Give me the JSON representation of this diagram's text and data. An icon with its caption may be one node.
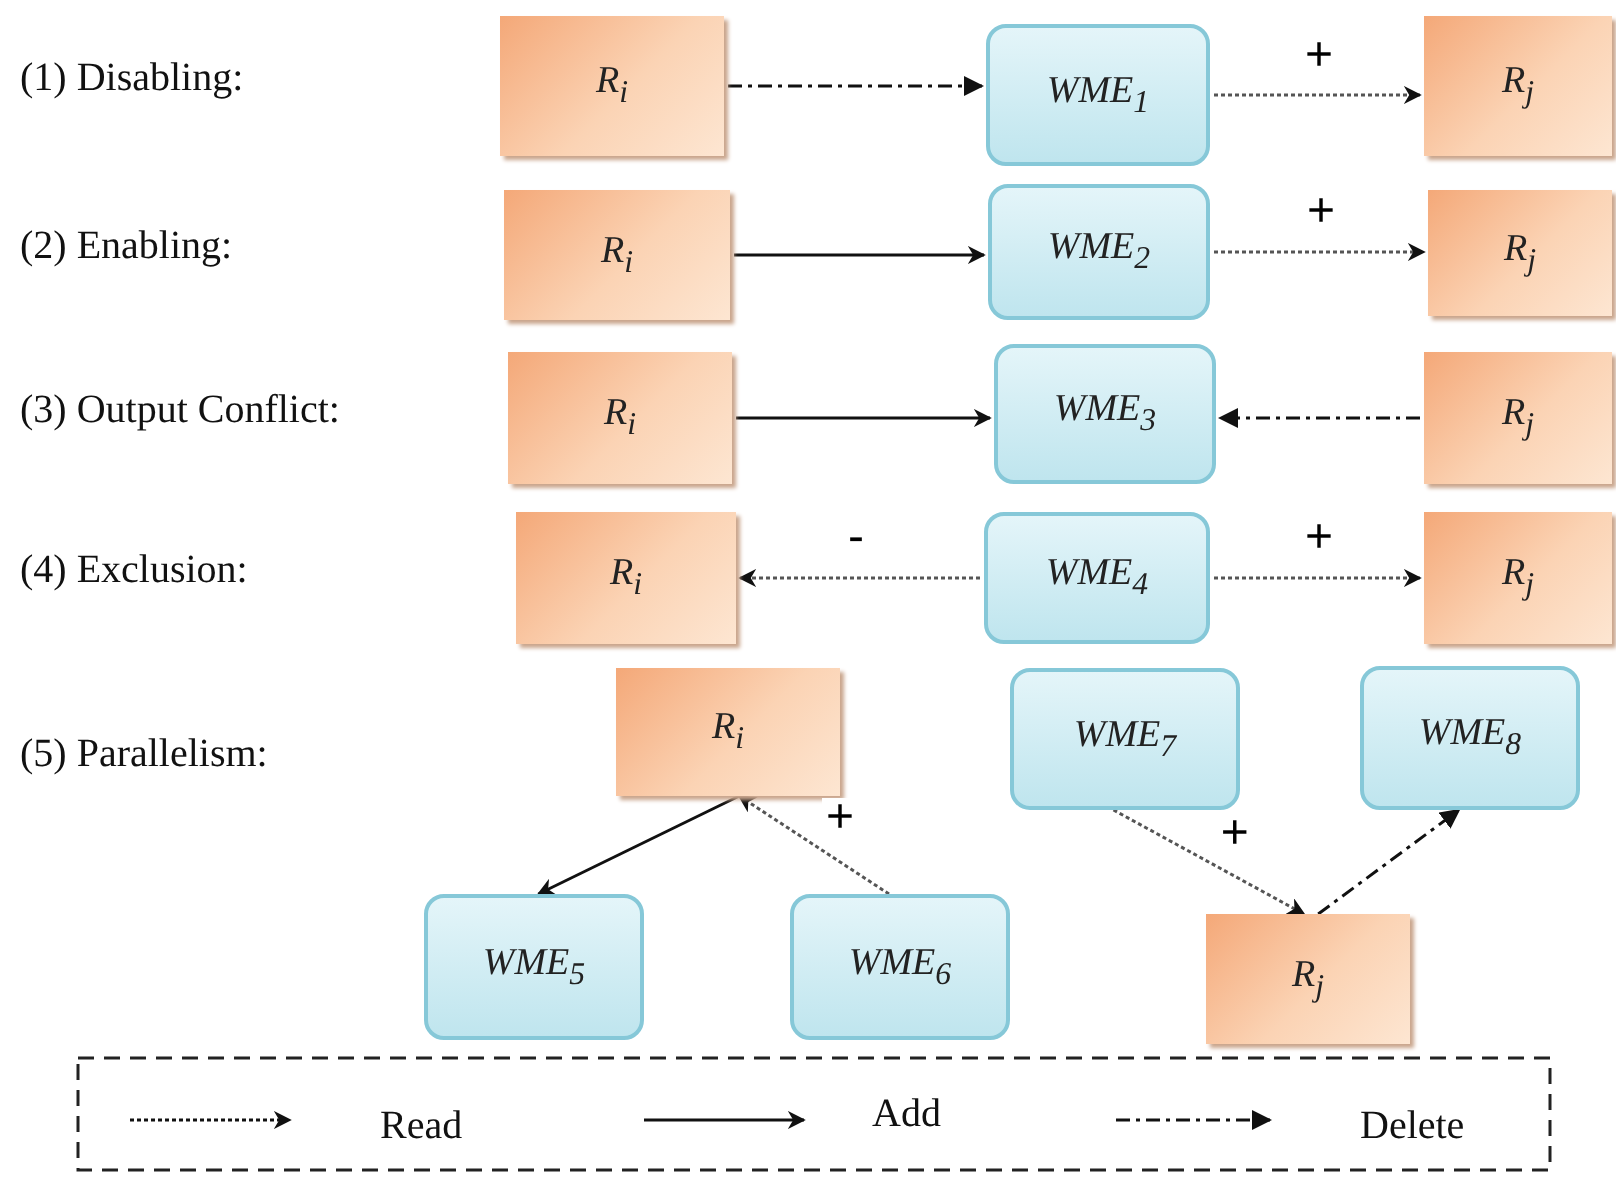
{
  "diagram": {
    "nodes": [
      {
        "text": [
          "R$_{i}$"
        ]
      },
      {
        "text": [
          "WME$_{1}$"
        ]
      },
      {
        "text": [
          "R$_{j}$"
        ]
      },
      {
        "text": [
          "R$_{i}$"
        ]
      },
      {
        "text": [
          "WME$_{2}$"
        ]
      },
      {
        "text": [
          "R$_{j}$"
        ]
      },
      {
        "text": [
          "R$_{i}$"
        ]
      },
      {
        "text": [
          "WME$_{3}$"
        ]
      },
      {
        "text": [
          "R$_{j}$"
        ]
      },
      {
        "text": [
          "R$_{i}$"
        ]
      },
      {
        "text": [
          "WME$_{4}$"
        ]
      },
      {
        "text": [
          "R$_{j}$"
        ]
      },
      {
        "text": [
          "R$_{i}$"
        ]
      },
      {
        "text": [
          "WME$_{7}$"
        ]
      },
      {
        "text": [
          "WME$_{8}$"
        ]
      },
      {
        "text": [
          "WME$_{5}$"
        ]
      },
      {
        "text": [
          "WME$_{6}$"
        ]
      },
      {
        "text": [
          "R$_{j}$"
        ]
      }
    ],
    "edges": [
      {
        "from": 0,
        "to": 1,
        "arrow": "to",
        "style": "dashed"
      },
      {
        "from": 1,
        "to": 2,
        "arrow": "to",
        "style": "dashed",
        "color": "#555555",
        "label": "+"
      },
      {
        "from": 3,
        "to": 4,
        "arrow": "to"
      },
      {
        "from": 4,
        "to": 5,
        "arrow": "to",
        "style": "dashed",
        "color": "#555555",
        "label": "+"
      },
      {
        "from": 6,
        "to": 7,
        "arrow": "to"
      },
      {
        "from": 8,
        "to": 7,
        "arrow": "to",
        "style": "dashed"
      },
      {
        "from": 10,
        "to": 9,
        "arrow": "to",
        "style": "dashed",
        "color": "#555555",
        "label": "-"
      },
      {
        "from": 10,
        "to": 11,
        "arrow": "to",
        "style": "dashed",
        "color": "#555555",
        "label": "+"
      },
      {
        "from": 12,
        "to": 15,
        "arrow": "to"
      },
      {
        "from": 16,
        "to": 12,
        "arrow": "to",
        "style": "dashed",
        "color": "#555555",
        "label": "+"
      },
      {
        "from": 13,
        "to": 17,
        "arrow": "to",
        "style": "dashed",
        "color": "#555555",
        "label": "+"
      },
      {
        "from": 17,
        "to": 14,
        "arrow": "to",
        "style": "dashed"
      }
    ],
    "labels": [
      "(1) Disabling:",
      "(2) Enabling:",
      "(3) Output Conflict:",
      "(4) Exclusion:",
      "(5) Parallelism:"
    ],
    "legend": [
      {
        "text": "Read"
      },
      {
        "text": "Add"
      },
      {
        "text": "Delete"
      }
    ]
  }
}
